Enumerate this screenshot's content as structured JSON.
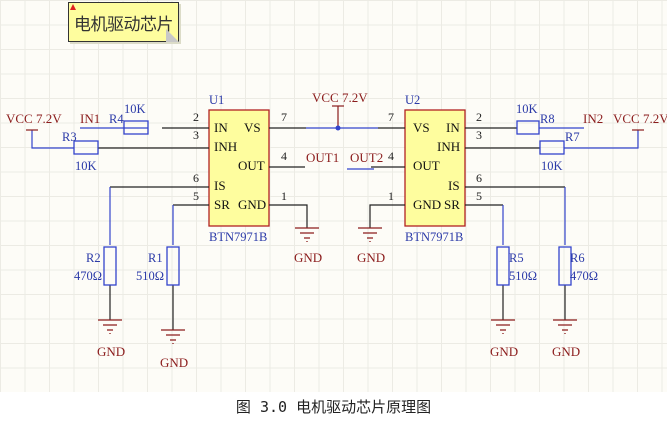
{
  "note": {
    "text": "电机驱动芯片"
  },
  "caption": "图 3.0 电机驱动芯片原理图",
  "colors": {
    "wire_blue": "#3344cc",
    "wire_black": "#222222",
    "net_red": "#8b1c1c",
    "chip_fill": "#fefd9e",
    "chip_border": "#b22222",
    "label_blue": "#2b3aa8"
  },
  "chips": [
    {
      "designator": "U1",
      "part": "BTN7971B",
      "pins_left": [
        {
          "num": "2",
          "name": "IN"
        },
        {
          "num": "3",
          "name": "INH"
        },
        {
          "num": "6",
          "name": "IS"
        },
        {
          "num": "5",
          "name": "SR"
        }
      ],
      "pins_right": [
        {
          "num": "7",
          "name": "VS"
        },
        {
          "num": "4",
          "name": "OUT"
        },
        {
          "num": "1",
          "name": "GND"
        }
      ]
    },
    {
      "designator": "U2",
      "part": "BTN7971B",
      "pins_left": [
        {
          "num": "7",
          "name": "VS"
        },
        {
          "num": "4",
          "name": "OUT"
        },
        {
          "num": "1",
          "name": "GND"
        }
      ],
      "pins_right": [
        {
          "num": "2",
          "name": "IN"
        },
        {
          "num": "3",
          "name": "INH"
        },
        {
          "num": "6",
          "name": "IS"
        },
        {
          "num": "5",
          "name": "SR"
        }
      ]
    }
  ],
  "nets": {
    "vcc": "VCC 7.2V",
    "in1": "IN1",
    "in2": "IN2",
    "out1": "OUT1",
    "out2": "OUT2",
    "gnd": "GND"
  },
  "resistors": [
    {
      "designator": "R1",
      "value": "510Ω"
    },
    {
      "designator": "R2",
      "value": "470Ω"
    },
    {
      "designator": "R3",
      "value": "10K"
    },
    {
      "designator": "R4",
      "value": "10K"
    },
    {
      "designator": "R5",
      "value": "510Ω"
    },
    {
      "designator": "R6",
      "value": "470Ω"
    },
    {
      "designator": "R7",
      "value": "10K"
    },
    {
      "designator": "R8",
      "value": "10K"
    }
  ]
}
